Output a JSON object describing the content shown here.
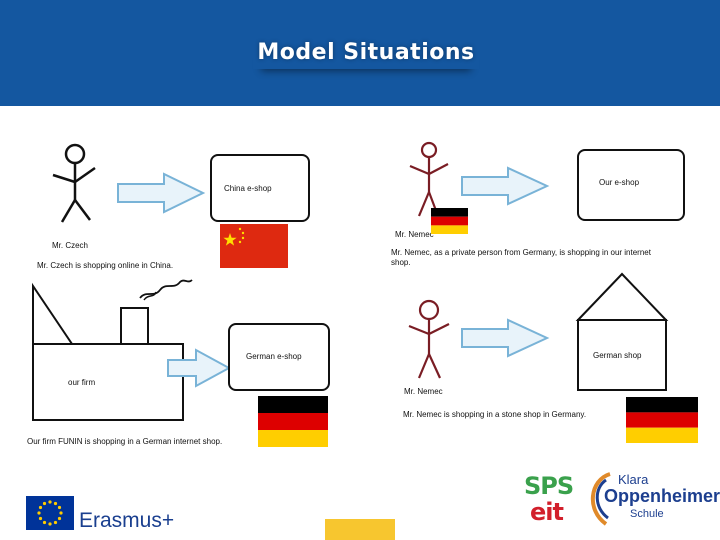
{
  "slide": {
    "title": "Model Situations"
  },
  "scenarios": [
    {
      "person_label": "Mr. Czech",
      "shop_label": "China e-shop",
      "caption": "Mr. Czech is shopping online in China.",
      "flag": "china"
    },
    {
      "person_label": "Mr. Nemec",
      "shop_label": "Our e-shop",
      "caption": "Mr. Nemec, as a private person from Germany, is shopping in our internet shop.",
      "flag": "germany"
    },
    {
      "building_label": "our firm",
      "shop_label": "German e-shop",
      "caption": "Our firm FUNIN is shopping in a German internet shop.",
      "flag": "germany"
    },
    {
      "person_label": "Mr. Nemec",
      "shop_label": "German shop",
      "caption": "Mr. Nemec is shopping in a stone shop in Germany.",
      "flag": "germany"
    }
  ],
  "footer": {
    "erasmus_label": "Erasmus+",
    "sps_logo_text": "SPS",
    "eit_logo_text": "eit",
    "klara_logo_lines": [
      "Klara",
      "Oppenheimer",
      "Schule"
    ]
  },
  "colors": {
    "header_blue": "#1457a0",
    "arrow_fill": "#e8f3fa",
    "arrow_stroke": "#79b3d7",
    "stick_black": "#111111",
    "stick_maroon": "#7a1d24",
    "china_red": "#de2910",
    "china_star": "#ffde00",
    "de_black": "#000000",
    "de_red": "#dd0000",
    "de_gold": "#ffce00",
    "eu_blue": "#003399",
    "sps_green": "#3aa14c",
    "eit_red": "#d21f2b",
    "klara_blue": "#1d3f8f",
    "footer_accent": "#f7c62f"
  }
}
